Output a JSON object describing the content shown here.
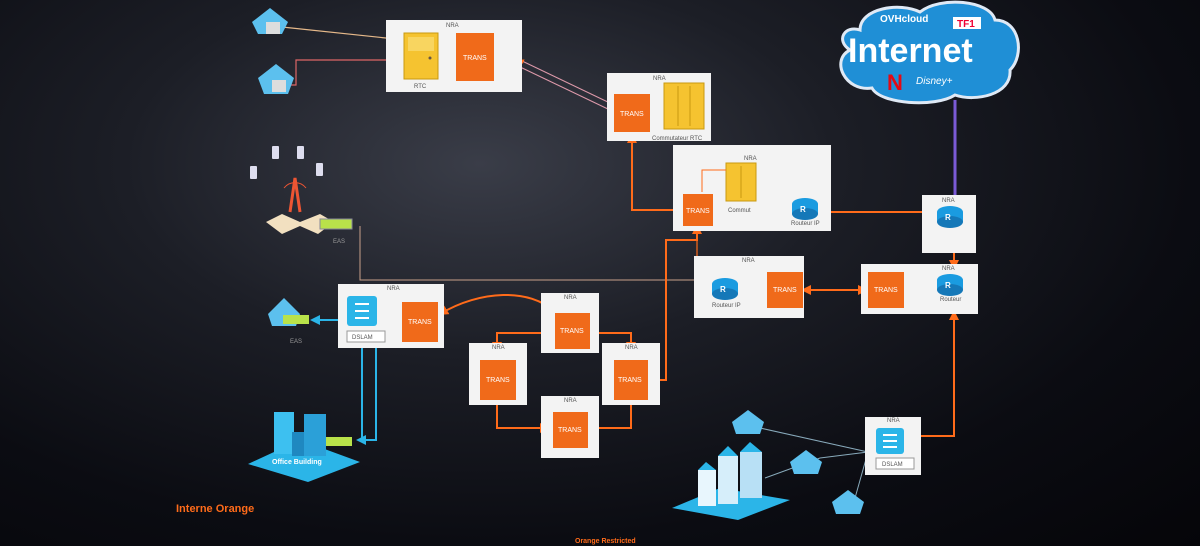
{
  "cloud": {
    "brand": "OVHcloud",
    "tf1": "TF1",
    "internet": "Internet",
    "netflix": "N",
    "disney": "Disney+"
  },
  "labels": {
    "nra": "NRA",
    "trans": "TRANS",
    "rtc": "RTC",
    "commutateur_rtc": "Commutateur RTC",
    "commut": "Commut",
    "routeur_ip": "Routeur IP",
    "routeur": "Routeur",
    "r": "R",
    "dslam": "DSLAM",
    "eas": "EAS",
    "office_building": "Office Building"
  },
  "footer": {
    "title": "Interne Orange",
    "restricted": "Orange Restricted"
  },
  "colors": {
    "orange": "#ff6b1a",
    "trans_fill": "#f06a1a",
    "box_bg": "#f3f3f3",
    "cyan": "#2bb5e8",
    "cloud": "#1f8fd6",
    "purple": "#7a5ad6"
  }
}
